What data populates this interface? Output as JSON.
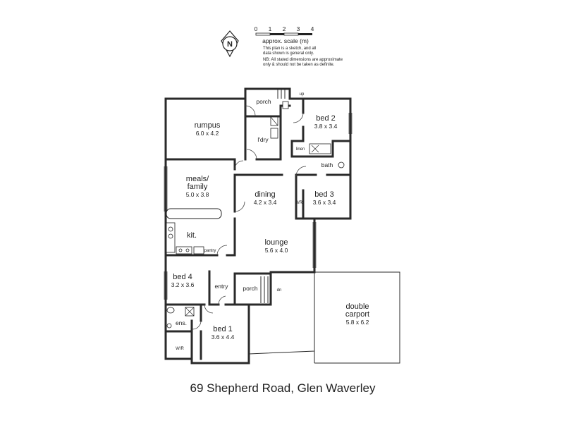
{
  "scale": {
    "ticks": [
      "0",
      "1",
      "2",
      "3",
      "4"
    ],
    "label": "approx. scale (m)",
    "north_letter": "N"
  },
  "notes": [
    "This plan is a sketch, and all",
    "data shown is general only.",
    "NB: All stated dimensions are approximate",
    "only & should not be taken as definite."
  ],
  "rooms": {
    "rumpus": {
      "name": "rumpus",
      "dims": "6.0 x 4.2"
    },
    "bed2": {
      "name": "bed 2",
      "dims": "3.8 x 3.4"
    },
    "meals": {
      "name1": "meals/",
      "name2": "family",
      "dims": "5.0 x 3.8"
    },
    "dining": {
      "name": "dining",
      "dims": "4.2 x 3.4"
    },
    "bed3": {
      "name": "bed 3",
      "dims": "3.6 x 3.4"
    },
    "kit": {
      "name": "kit."
    },
    "lounge": {
      "name": "lounge",
      "dims": "5.6 x 4.0"
    },
    "bed4": {
      "name": "bed 4",
      "dims": "3.2 x 3.6"
    },
    "bed1": {
      "name": "bed 1",
      "dims": "3.6 x 4.4"
    },
    "carport": {
      "name1": "double",
      "name2": "carport",
      "dims": "5.8 x 6.2"
    }
  },
  "small_labels": {
    "porch_top": "porch",
    "porch_entry": "porch",
    "ldry": "l'dry",
    "bath": "bath",
    "entry": "entry",
    "ens": "ens.",
    "pantry": "pantry",
    "wir": "W/R",
    "bir": "B/R",
    "linen": "linen",
    "up": "up",
    "dn": "dn"
  },
  "address": "69 Shepherd Road, Glen Waverley"
}
